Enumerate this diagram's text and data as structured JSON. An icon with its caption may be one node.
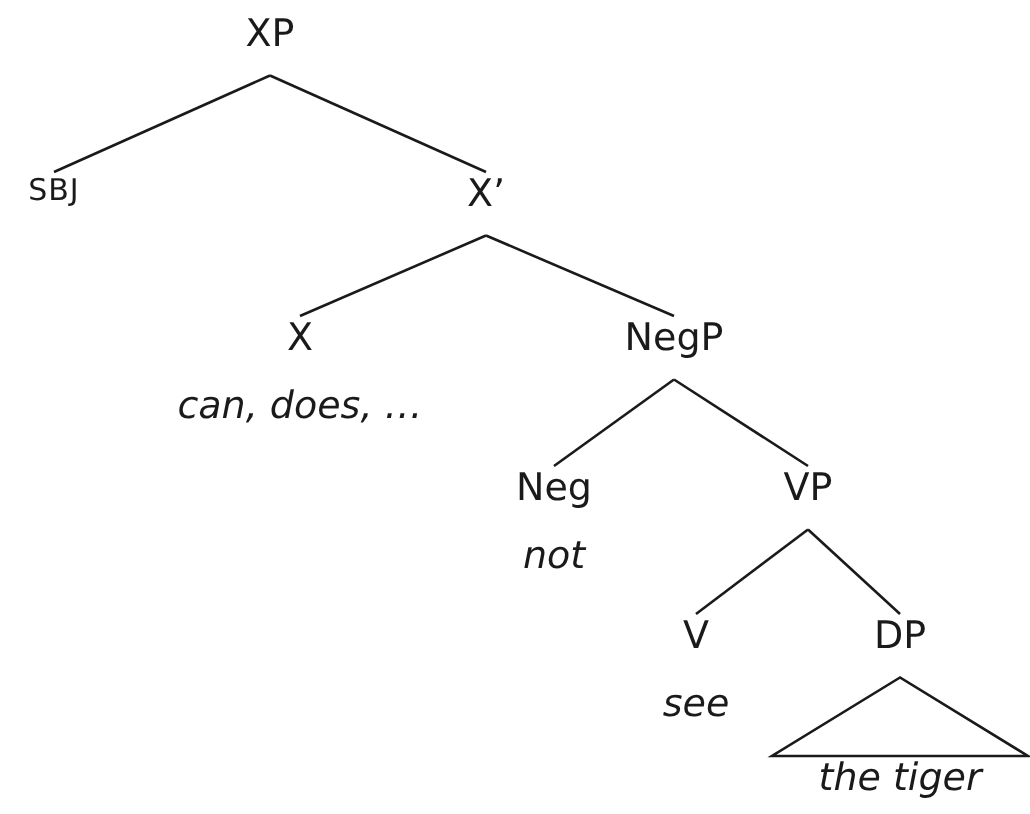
{
  "diagram": {
    "nodes": [
      {
        "text": [
          "XP"
        ]
      },
      {
        "text": [
          "SBJ"
        ]
      },
      {
        "text": [
          "X’"
        ]
      },
      {
        "text": [
          "X",
          "can, does, …"
        ]
      },
      {
        "text": [
          "NegP"
        ]
      },
      {
        "text": [
          "Neg",
          "not"
        ]
      },
      {
        "text": [
          "VP"
        ]
      },
      {
        "text": [
          "V",
          "see"
        ]
      },
      {
        "text": [
          "DP"
        ]
      },
      {
        "text": [
          "the tiger"
        ]
      }
    ],
    "edges": [
      {
        "from": 0,
        "to": 1,
        "arrow": "none"
      },
      {
        "from": 0,
        "to": 2,
        "arrow": "none"
      },
      {
        "from": 2,
        "to": 3,
        "arrow": "none"
      },
      {
        "from": 2,
        "to": 4,
        "arrow": "none"
      },
      {
        "from": 4,
        "to": 5,
        "arrow": "none"
      },
      {
        "from": 4,
        "to": 6,
        "arrow": "none"
      },
      {
        "from": 6,
        "to": 7,
        "arrow": "none"
      },
      {
        "from": 6,
        "to": 8,
        "arrow": "none"
      },
      {
        "from": 8,
        "to": 9,
        "arrow": "none"
      }
    ]
  }
}
